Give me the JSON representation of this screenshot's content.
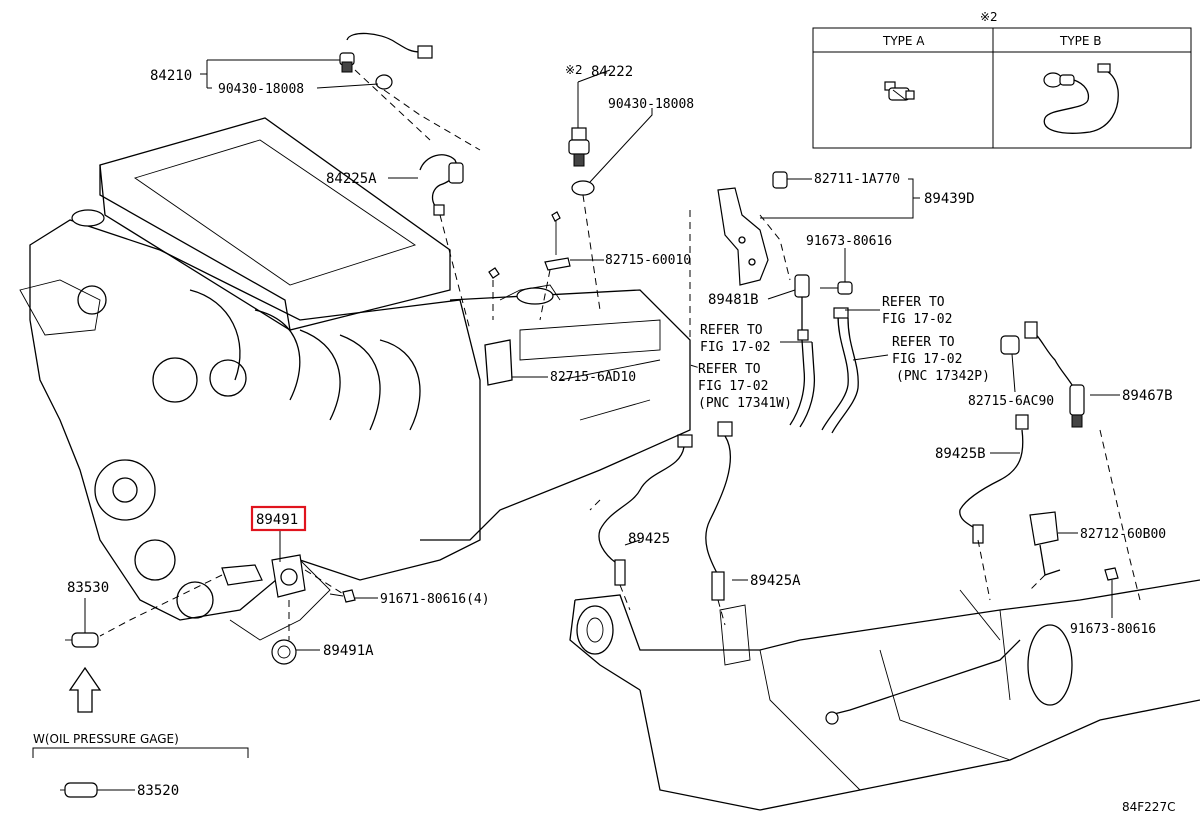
{
  "type_table": {
    "note": "※2",
    "col_a": "TYPE A",
    "col_b": "TYPE B"
  },
  "labels": {
    "p84210": "84210",
    "p90430_1": "90430-18008",
    "p84222_mark": "※2",
    "p84222": "84222",
    "p90430_2": "90430-18008",
    "p84225A": "84225A",
    "p82711": "82711-1A770",
    "p89439D": "89439D",
    "p91673_1": "91673-80616",
    "p82715_60010": "82715-60010",
    "p89481B": "89481B",
    "p82715_6AD10": "82715-6AD10",
    "refer1_a": "REFER TO",
    "refer1_b": "FIG 17-02",
    "refer2_a": "REFER TO",
    "refer2_b": "FIG 17-02",
    "refer3_a": "REFER TO",
    "refer3_b": "FIG 17-02",
    "refer3_c": "(PNC 17342P)",
    "refer4_a": "REFER TO",
    "refer4_b": "FIG 17-02",
    "refer4_c": "(PNC 17341W)",
    "p82715_6AC90": "82715-6AC90",
    "p89467B": "89467B",
    "p89425B": "89425B",
    "p89491": "89491",
    "p89425": "89425",
    "p82712": "82712-60B00",
    "p83530": "83530",
    "p91671": "91671-80616(4)",
    "p89425A": "89425A",
    "p91673_2": "91673-80616",
    "p89491A": "89491A",
    "w_note": "W(OIL PRESSURE GAGE)",
    "p83520": "83520",
    "fig_code": "84F227C"
  },
  "colors": {
    "ink": "#000000",
    "highlight": "#e0141e",
    "background": "#ffffff"
  }
}
